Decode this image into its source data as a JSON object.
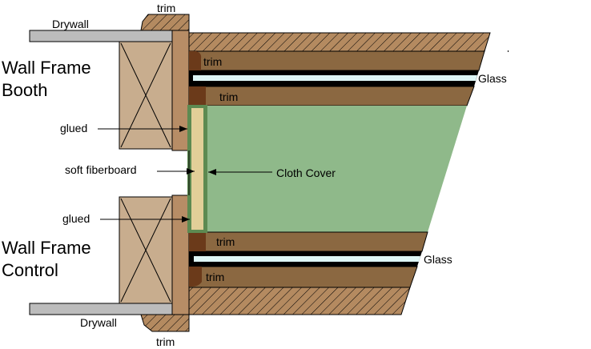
{
  "diagram": {
    "title_booth": [
      "Wall Frame",
      "Booth"
    ],
    "title_control": [
      "Wall Frame",
      "Control"
    ],
    "labels": {
      "drywall_top": "Drywall",
      "drywall_bottom": "Drywall",
      "trim_top_outer": "trim",
      "trim_bottom_outer": "trim",
      "trim_upper_1": "trim",
      "trim_upper_2": "trim",
      "trim_lower_1": "trim",
      "trim_lower_2": "trim",
      "glass_upper": "Glass",
      "glass_lower": "Glass",
      "glued_upper": "glued",
      "glued_lower": "glued",
      "soft_fiberboard": "soft fiberboard",
      "cloth_cover": "Cloth Cover"
    },
    "colors": {
      "drywall": "#bcbcbc",
      "stud": "#c8ad8e",
      "jamb": "#b78d66",
      "hatched_wood": "#b48a60",
      "trim_dark": "#6b3a1a",
      "sill_brown": "#8b6841",
      "glass": "#def6f6",
      "cloth_green": "#5d8a51",
      "cavity_green": "#8fb98a",
      "fiberboard": "#e2cf98"
    }
  }
}
